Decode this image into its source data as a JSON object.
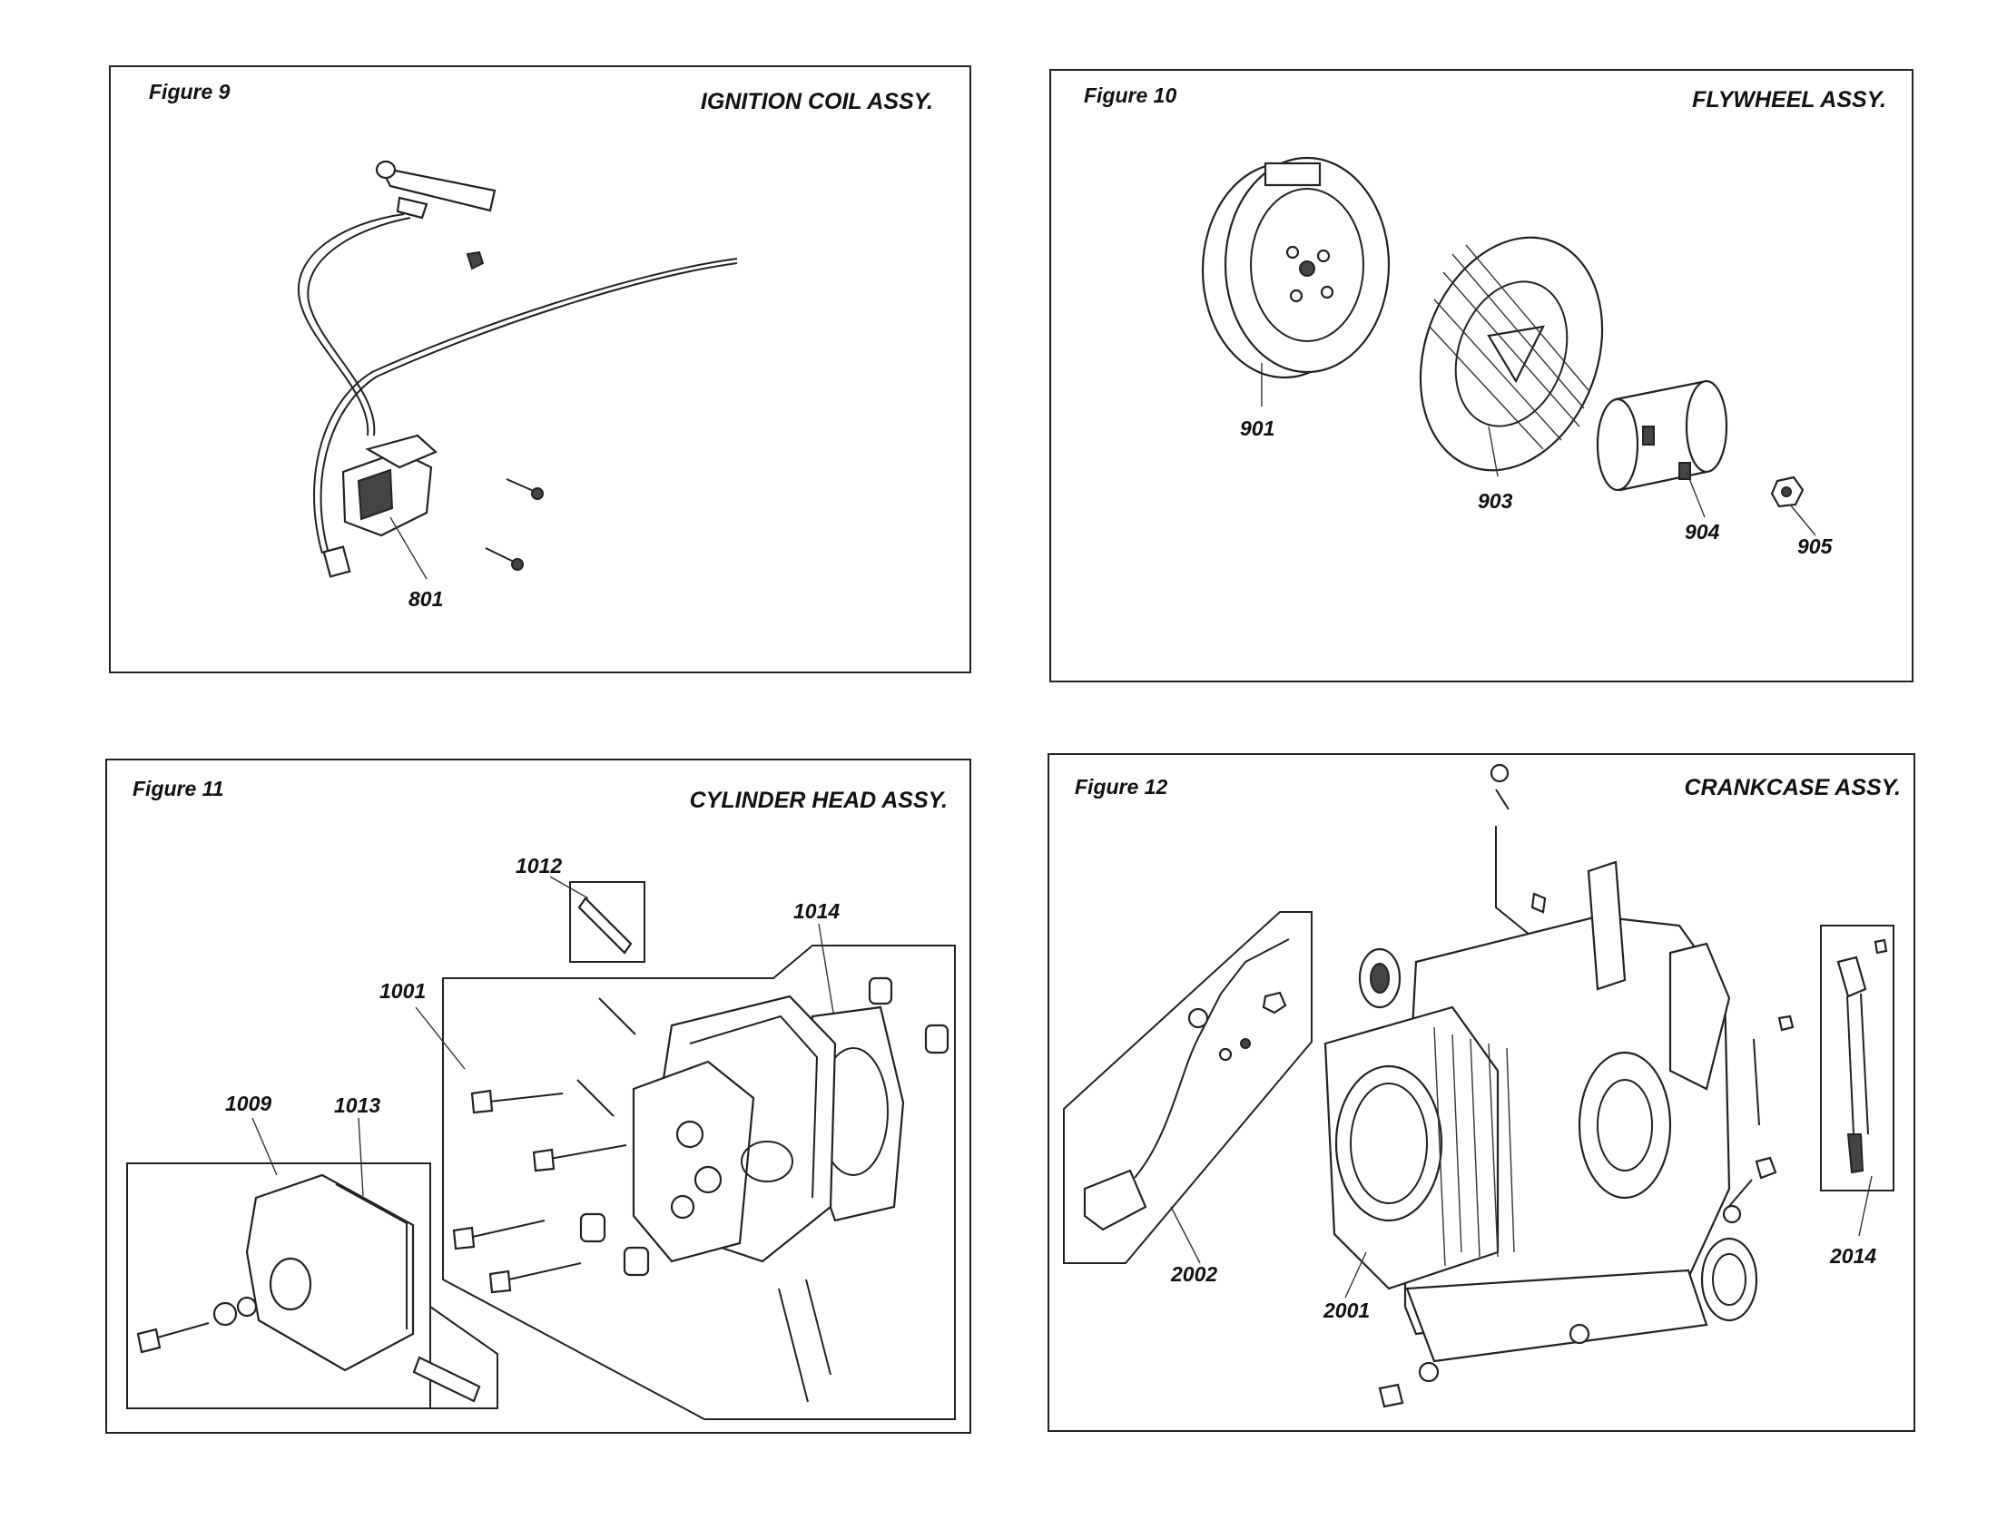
{
  "figures": [
    {
      "label": "Figure 9",
      "title": "IGNITION COIL ASSY.",
      "parts": [
        "801"
      ]
    },
    {
      "label": "Figure 10",
      "title": "FLYWHEEL ASSY.",
      "parts": [
        "901",
        "903",
        "904",
        "905"
      ]
    },
    {
      "label": "Figure 11",
      "title": "CYLINDER HEAD ASSY.",
      "parts": [
        "1012",
        "1014",
        "1001",
        "1009",
        "1013"
      ]
    },
    {
      "label": "Figure 12",
      "title": "CRANKCASE ASSY.",
      "parts": [
        "2002",
        "2001",
        "2014"
      ]
    }
  ]
}
